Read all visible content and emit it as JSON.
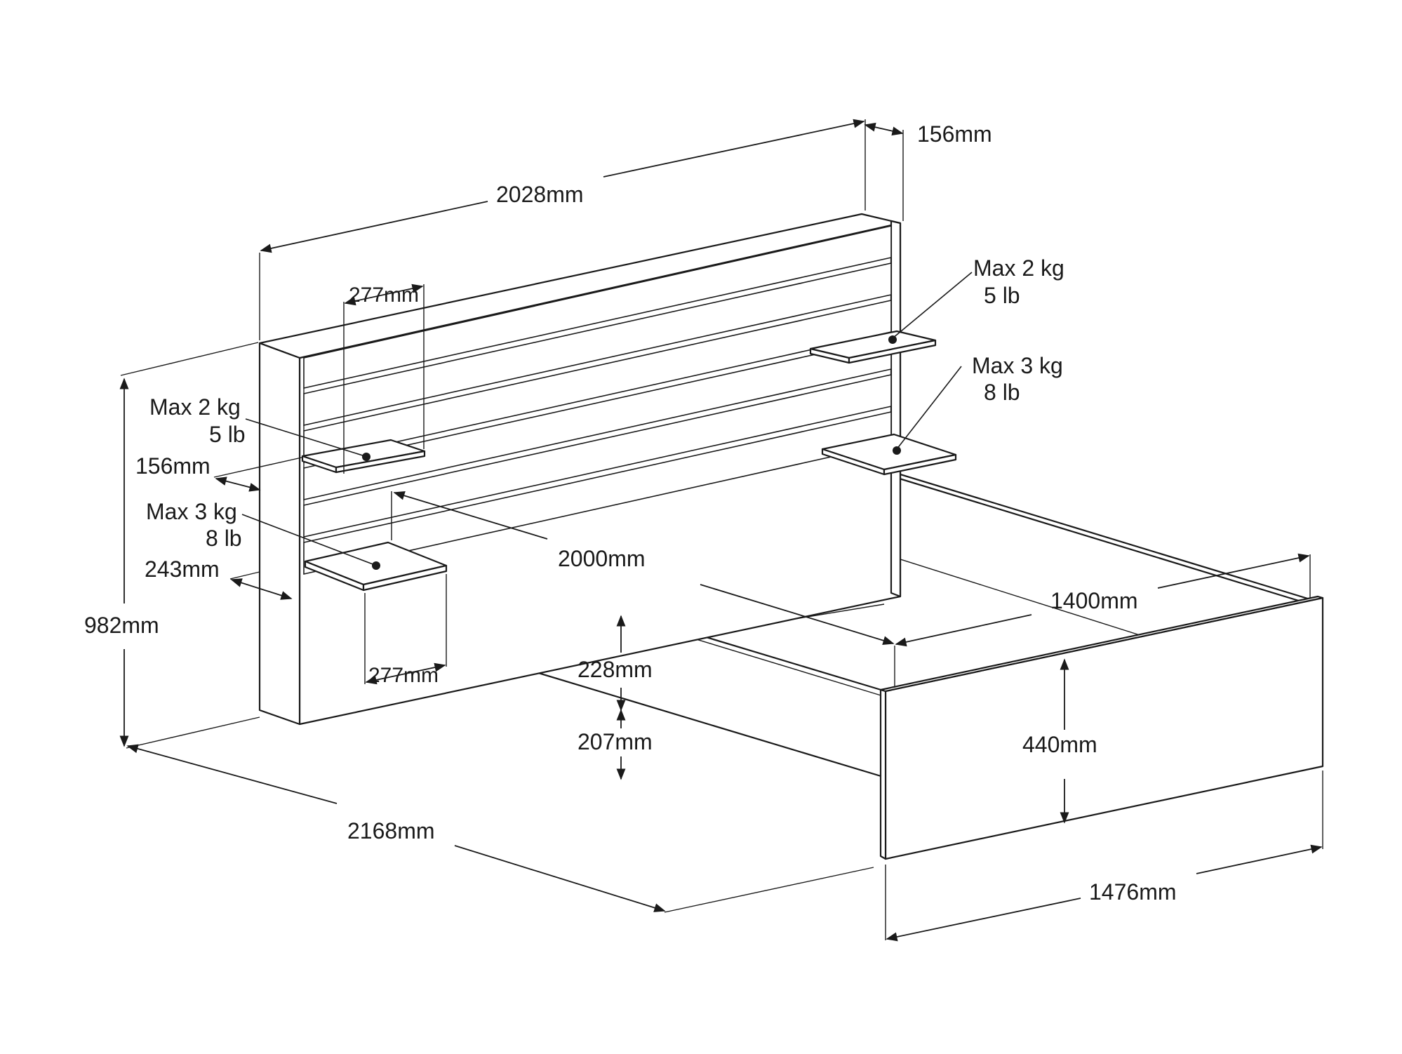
{
  "labels": {
    "headboard_depth_top": "156mm",
    "headboard_width": "2028mm",
    "upper_shelf_right_load_kg": "Max 2 kg",
    "upper_shelf_right_load_lb": "5 lb",
    "lower_shelf_right_load_kg": "Max 3 kg",
    "lower_shelf_right_load_lb": "8 lb",
    "upper_shelf_left_width": "277mm",
    "upper_shelf_left_load_kg": "Max 2 kg",
    "upper_shelf_left_load_lb": "5 lb",
    "upper_shelf_depth": "156mm",
    "lower_shelf_left_load_kg": "Max 3 kg",
    "lower_shelf_left_load_lb": "8 lb",
    "lower_shelf_depth": "243mm",
    "total_height": "982mm",
    "mattress_length": "2000mm",
    "mattress_width": "1400mm",
    "lower_shelf_width": "277mm",
    "frame_height": "228mm",
    "clearance_height": "207mm",
    "footboard_height": "440mm",
    "total_length": "2168mm",
    "total_width": "1476mm"
  }
}
